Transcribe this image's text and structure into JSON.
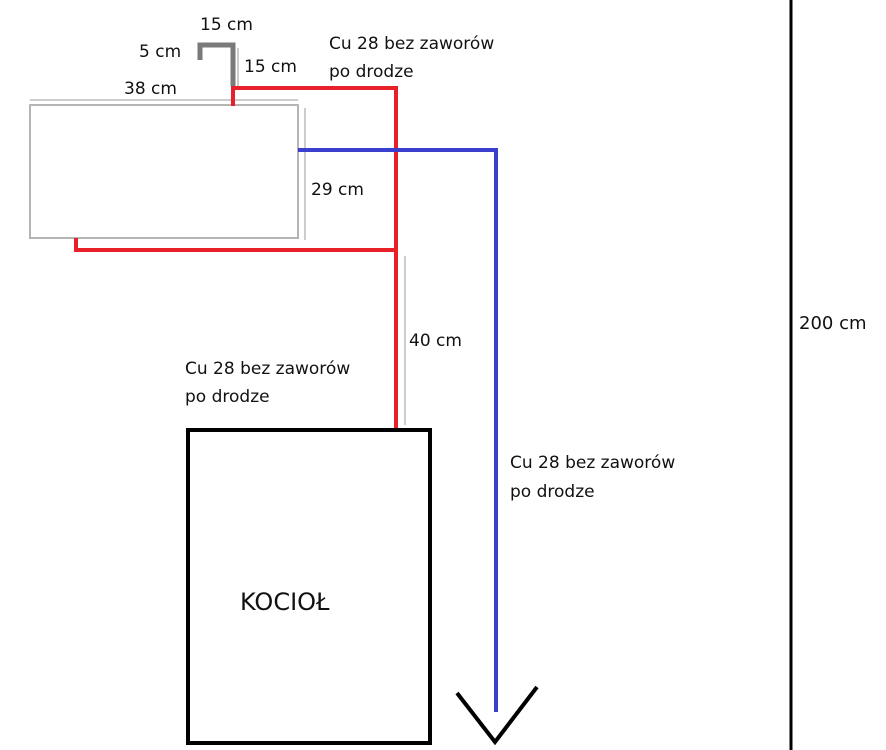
{
  "labels": {
    "top_15": "15 cm",
    "top_5": "5 cm",
    "right_15": "15 cm",
    "width_38": "38 cm",
    "height_29": "29 cm",
    "riser_40": "40 cm",
    "total_200": "200 cm",
    "pipe_top_line1": "Cu 28 bez zaworów",
    "pipe_top_line2": "po drodze",
    "pipe_mid_line1": "Cu 28 bez zaworów",
    "pipe_mid_line2": "po drodze",
    "pipe_right_line1": "Cu 28 bez zaworów",
    "pipe_right_line2": "po drodze",
    "boiler": "KOCIOŁ"
  },
  "colors": {
    "supply": "#e8202a",
    "return": "#3a3fcf",
    "outline": "#000000",
    "tank": "#b5b5b5",
    "stub": "#7a7a7a",
    "dimension": "#555555"
  }
}
